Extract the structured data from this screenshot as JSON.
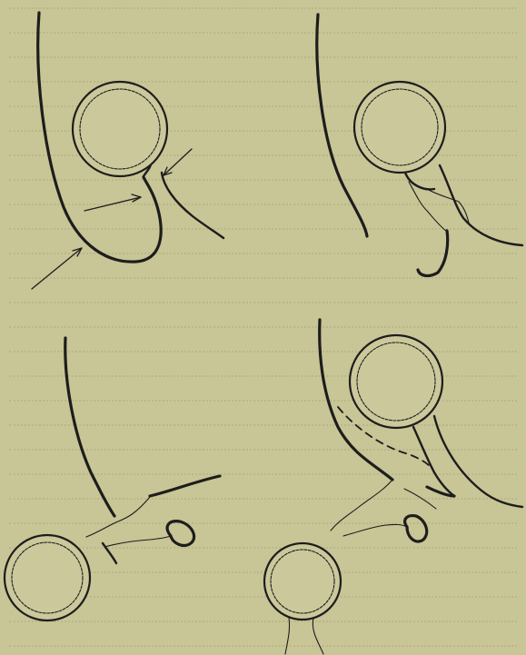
{
  "figure": {
    "panels": [
      {
        "id": "top-left",
        "has_arrows": true,
        "arrow_count": 3
      },
      {
        "id": "top-right",
        "has_arrows": false
      },
      {
        "id": "bottom-left",
        "has_arrows": false
      },
      {
        "id": "bottom-right",
        "has_arrows": false,
        "has_dashed_line": true
      }
    ],
    "colors": {
      "paper": "#c8c596",
      "ink": "#1d1d1d"
    }
  }
}
